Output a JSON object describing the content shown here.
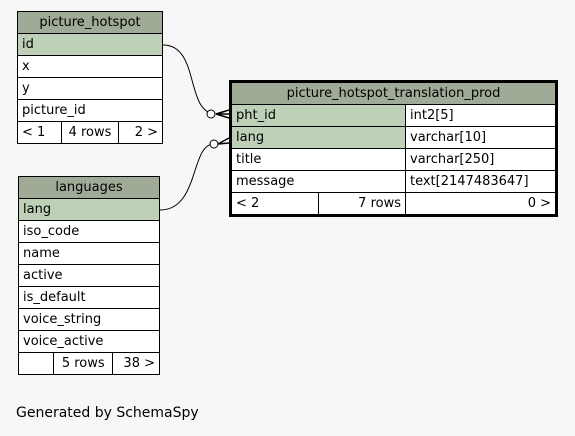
{
  "tables": {
    "picture_hotspot": {
      "name": "picture_hotspot",
      "key_column": "id",
      "columns": [
        "x",
        "y",
        "picture_id"
      ],
      "footer": {
        "parents": "< 1",
        "rows": "4 rows",
        "children": "2 >"
      }
    },
    "languages": {
      "name": "languages",
      "key_column": "lang",
      "columns": [
        "iso_code",
        "name",
        "active",
        "is_default",
        "voice_string",
        "voice_active"
      ],
      "footer": {
        "parents": "",
        "rows": "5 rows",
        "children": "38 >"
      }
    },
    "picture_hotspot_translation_prod": {
      "name": "picture_hotspot_translation_prod",
      "key_columns": [
        {
          "name": "pht_id",
          "type": "int2[5]"
        },
        {
          "name": "lang",
          "type": "varchar[10]"
        }
      ],
      "columns": [
        {
          "name": "title",
          "type": "varchar[250]"
        },
        {
          "name": "message",
          "type": "text[2147483647]"
        }
      ],
      "footer": {
        "parents": "< 2",
        "rows": "7 rows",
        "children": "0 >"
      }
    }
  },
  "relationships": [
    {
      "from": "picture_hotspot.id",
      "to": "picture_hotspot_translation_prod.pht_id"
    },
    {
      "from": "languages.lang",
      "to": "picture_hotspot_translation_prod.lang"
    }
  ],
  "caption": "Generated by SchemaSpy"
}
